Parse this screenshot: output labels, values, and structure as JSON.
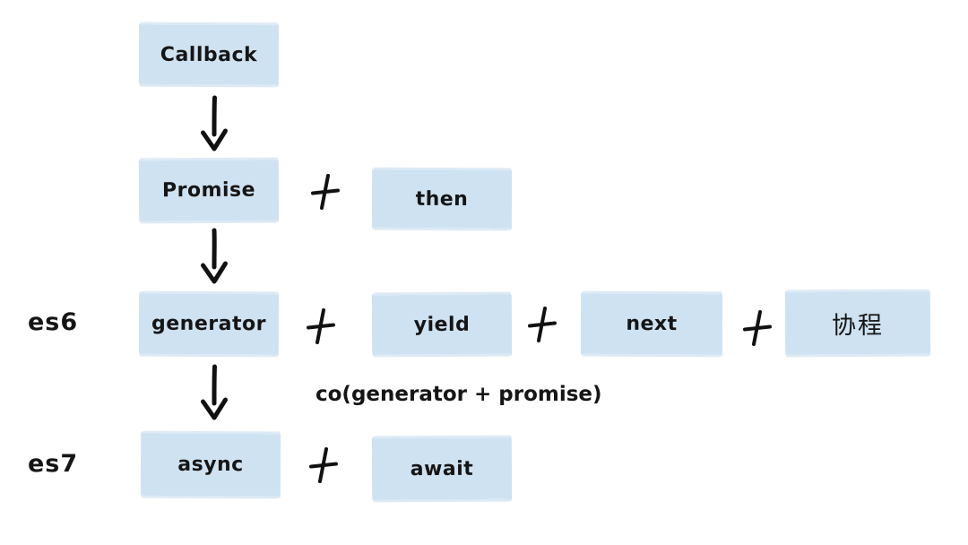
{
  "colors": {
    "background": "#ffffff",
    "box_fill": "#cfe2f1",
    "box_edge_tint": "#ddeaf5",
    "text": "#151515",
    "stroke": "#111111"
  },
  "icons": {
    "arrow_down": "↓",
    "plus": "+"
  },
  "row_labels": {
    "es6": "es6",
    "es7": "es7"
  },
  "annotation": {
    "co": "co(generator + promise)"
  },
  "nodes": {
    "callback": "Callback",
    "promise": "Promise",
    "then": "then",
    "generator": "generator",
    "yield": "yield",
    "next": "next",
    "coroutine": "协程",
    "async": "async",
    "await": "await"
  },
  "edges": [
    {
      "from": "callback",
      "to": "promise",
      "type": "arrow-down"
    },
    {
      "from": "promise",
      "to": "then",
      "type": "plus"
    },
    {
      "from": "promise",
      "to": "generator",
      "type": "arrow-down"
    },
    {
      "from": "generator",
      "to": "yield",
      "type": "plus"
    },
    {
      "from": "yield",
      "to": "next",
      "type": "plus"
    },
    {
      "from": "next",
      "to": "coroutine",
      "type": "plus"
    },
    {
      "from": "generator",
      "to": "async",
      "type": "arrow-down",
      "label": "co(generator + promise)"
    },
    {
      "from": "async",
      "to": "await",
      "type": "plus"
    }
  ]
}
